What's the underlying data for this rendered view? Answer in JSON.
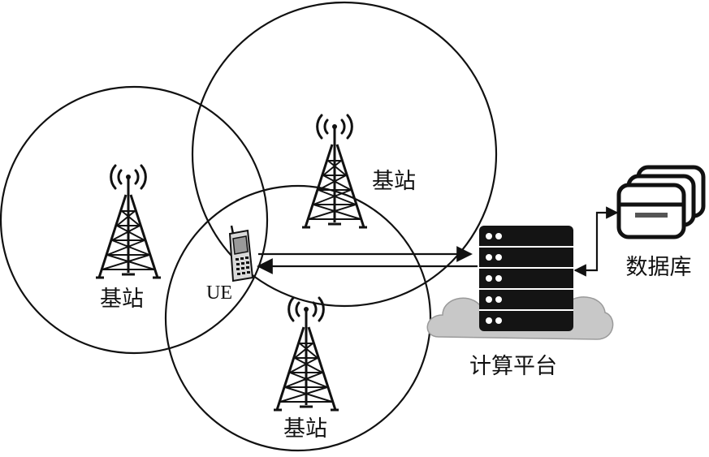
{
  "nodes": {
    "base_station_left": {
      "label": "基站"
    },
    "base_station_top": {
      "label": "基站"
    },
    "base_station_bottom": {
      "label": "基站"
    },
    "ue": {
      "label": "UE"
    },
    "computing_platform": {
      "label": "计算平台"
    },
    "database": {
      "label": "数据库"
    }
  },
  "icons": {
    "tower": "cell-tower-icon",
    "phone": "mobile-phone-icon",
    "server": "server-rack-icon",
    "cloud": "cloud-icon",
    "database": "database-stack-icon"
  },
  "colors": {
    "line": "#111111",
    "cloud": "#c8c8c8",
    "server_body": "#141414",
    "server_dots": "#ffffff",
    "phone_body": "#d9d9d9"
  }
}
